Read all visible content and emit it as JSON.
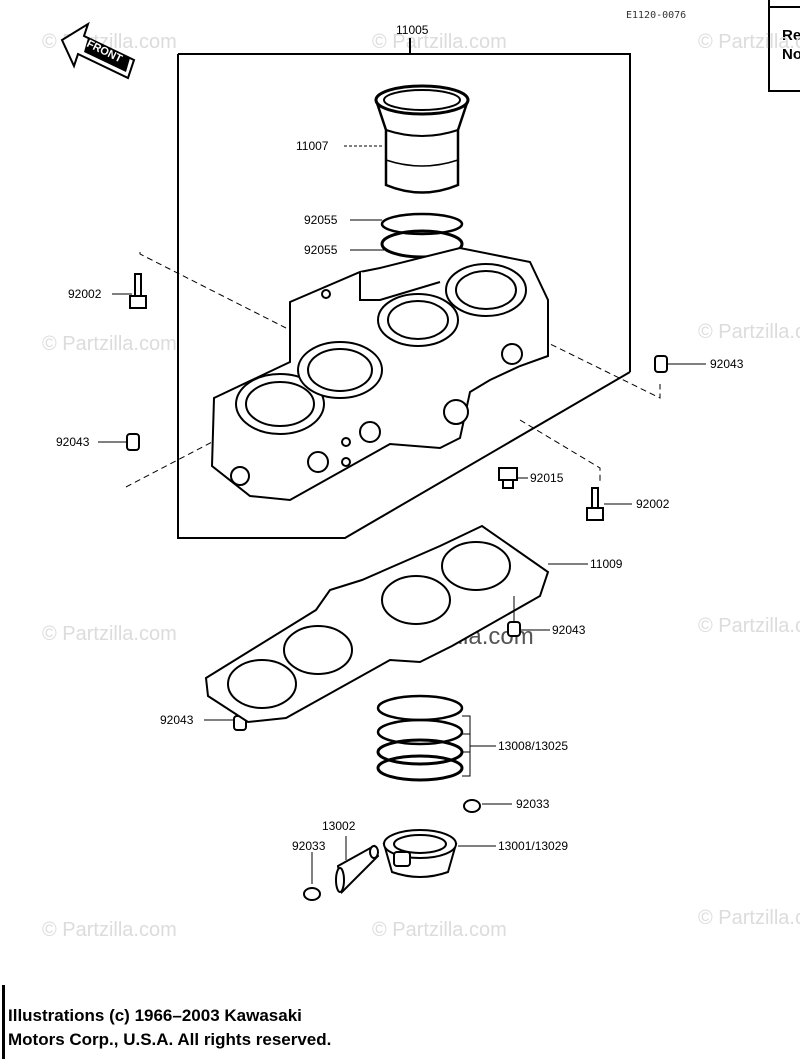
{
  "diagram_code": "E1120-0076",
  "corner_text": [
    "Re",
    "No"
  ],
  "front_label": "FRONT",
  "watermark": "© Partzilla.com",
  "callouts": {
    "p11005": "11005",
    "p11007": "11007",
    "p92055a": "92055",
    "p92055b": "92055",
    "p92002a": "92002",
    "p92043a": "92043",
    "p92043b": "92043",
    "p92015": "92015",
    "p92002b": "92002",
    "p11009": "11009",
    "p92043c": "92043",
    "p92043d": "92043",
    "p13008": "13008/13025",
    "p92033a": "92033",
    "p13002": "13002",
    "p92033b": "92033",
    "p13001": "13001/13029"
  },
  "footer": {
    "line1": "Illustrations (c) 1966–2003 Kawasaki",
    "line2": "Motors Corp., U.S.A.  All rights reserved."
  }
}
